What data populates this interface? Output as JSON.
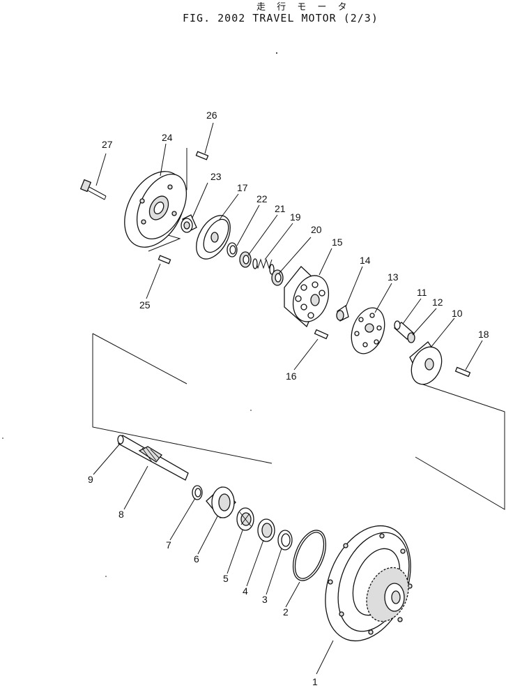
{
  "title_jp": "走 行  モ ー タ",
  "title": "FIG. 2002  TRAVEL  MOTOR  (2/3)",
  "callouts": [
    "1",
    "2",
    "3",
    "4",
    "5",
    "6",
    "7",
    "8",
    "9",
    "10",
    "11",
    "12",
    "13",
    "14",
    "15",
    "16",
    "17",
    "18",
    "19",
    "20",
    "21",
    "22",
    "23",
    "24",
    "25",
    "26",
    "27"
  ]
}
